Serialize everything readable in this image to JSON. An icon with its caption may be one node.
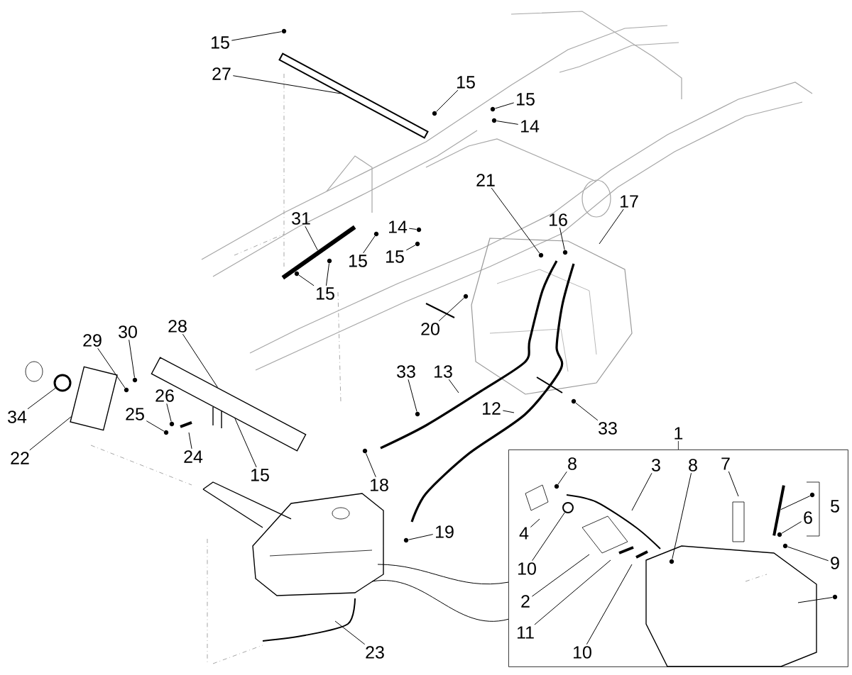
{
  "diagram": {
    "nodes": [
      {
        "text": [
          "15"
        ]
      },
      {
        "text": [
          "27"
        ]
      },
      {
        "text": [
          "15"
        ]
      },
      {
        "text": [
          "15"
        ]
      },
      {
        "text": [
          "14"
        ]
      },
      {
        "text": [
          "21"
        ]
      },
      {
        "text": [
          "17"
        ]
      },
      {
        "text": [
          "16"
        ]
      },
      {
        "text": [
          "31"
        ]
      },
      {
        "text": [
          "14"
        ]
      },
      {
        "text": [
          "15"
        ]
      },
      {
        "text": [
          "15"
        ]
      },
      {
        "text": [
          "15"
        ]
      },
      {
        "text": [
          "20"
        ]
      },
      {
        "text": [
          "30"
        ]
      },
      {
        "text": [
          "29"
        ]
      },
      {
        "text": [
          "28"
        ]
      },
      {
        "text": [
          "33"
        ]
      },
      {
        "text": [
          "13"
        ]
      },
      {
        "text": [
          "26"
        ]
      },
      {
        "text": [
          "34"
        ]
      },
      {
        "text": [
          "25"
        ]
      },
      {
        "text": [
          "12"
        ]
      },
      {
        "text": [
          "33"
        ]
      },
      {
        "text": [
          "24"
        ]
      },
      {
        "text": [
          "22"
        ]
      },
      {
        "text": [
          "15"
        ]
      },
      {
        "text": [
          "18"
        ]
      },
      {
        "text": [
          "19"
        ]
      },
      {
        "text": [
          "23"
        ]
      },
      {
        "text": [
          "1"
        ]
      },
      {
        "text": [
          "8"
        ],
        "in": 30
      },
      {
        "text": [
          "3"
        ],
        "in": 30
      },
      {
        "text": [
          "8"
        ],
        "in": 30
      },
      {
        "text": [
          "7"
        ],
        "in": 30
      },
      {
        "text": [
          "6"
        ],
        "in": 30
      },
      {
        "text": [
          "4"
        ],
        "in": 30
      },
      {
        "text": [
          "10"
        ],
        "in": 30
      },
      {
        "text": [
          "9"
        ],
        "in": 30
      },
      {
        "text": [
          "2"
        ],
        "in": 30
      },
      {
        "text": [
          "11"
        ],
        "in": 30
      },
      {
        "text": [
          "10"
        ],
        "in": 30
      },
      {
        "text": [],
        "shape": "circle"
      },
      {
        "text": [],
        "shape": "circle"
      },
      {
        "text": [],
        "shape": "circle"
      },
      {
        "text": [],
        "shape": "circle"
      },
      {
        "text": [],
        "shape": "circle"
      },
      {
        "text": [],
        "shape": "circle"
      },
      {
        "text": [],
        "shape": "circle"
      },
      {
        "text": [],
        "shape": "circle"
      },
      {
        "text": [],
        "shape": "circle"
      },
      {
        "text": [],
        "shape": "circle"
      },
      {
        "text": [],
        "shape": "circle"
      },
      {
        "text": [],
        "shape": "circle"
      },
      {
        "text": [],
        "shape": "circle"
      },
      {
        "text": [],
        "shape": "circle"
      },
      {
        "text": [],
        "shape": "circle"
      },
      {
        "text": [],
        "shape": "circle"
      },
      {
        "text": [],
        "shape": "circle"
      },
      {
        "text": [],
        "shape": "circle"
      },
      {
        "text": [],
        "shape": "circle"
      },
      {
        "text": [],
        "shape": "circle"
      },
      {
        "text": [],
        "shape": "circle",
        "in": 30
      },
      {
        "text": [],
        "shape": "circle",
        "in": 30
      },
      {
        "text": [],
        "shape": "circle",
        "in": 30
      },
      {
        "text": [],
        "shape": "circle",
        "in": 30
      },
      {
        "text": [],
        "shape": "circle",
        "in": 30
      },
      {
        "text": [],
        "shape": "circle",
        "in": 30
      },
      {
        "text": [],
        "shape": "bar"
      },
      {
        "text": [],
        "shape": "bar"
      },
      {
        "text": [],
        "shape": "bar"
      },
      {
        "text": [],
        "shape": "circle"
      },
      {
        "text": [],
        "shape": "box"
      },
      {
        "text": [],
        "shape": "circle",
        "in": 30
      },
      {
        "text": [],
        "shape": "bar",
        "in": 30
      }
    ],
    "edges": [
      {
        "from": 0,
        "to": 42,
        "arrow": "none"
      },
      {
        "from": 1,
        "to": 68,
        "arrow": "none"
      },
      {
        "from": 2,
        "to": 43,
        "arrow": "none"
      },
      {
        "from": 3,
        "to": 44,
        "arrow": "none"
      },
      {
        "from": 4,
        "to": 45,
        "arrow": "none"
      },
      {
        "from": 5,
        "to": 46,
        "arrow": "none"
      },
      {
        "from": 6,
        "to": null,
        "arrow": "none"
      },
      {
        "from": 7,
        "to": 47,
        "arrow": "none"
      },
      {
        "from": 8,
        "to": 69,
        "arrow": "none"
      },
      {
        "from": 9,
        "to": 48,
        "arrow": "none"
      },
      {
        "from": 10,
        "to": 49,
        "arrow": "none"
      },
      {
        "from": 11,
        "to": 50,
        "arrow": "none"
      },
      {
        "from": 12,
        "to": 51,
        "arrow": "none"
      },
      {
        "from": 12,
        "to": 52,
        "arrow": "none"
      },
      {
        "from": 13,
        "to": 53,
        "arrow": "none"
      },
      {
        "from": 14,
        "to": 54,
        "arrow": "none"
      },
      {
        "from": 15,
        "to": 55,
        "arrow": "none"
      },
      {
        "from": 16,
        "to": 70,
        "arrow": "none"
      },
      {
        "from": 17,
        "to": 56,
        "arrow": "none"
      },
      {
        "from": 18,
        "to": null,
        "arrow": "none"
      },
      {
        "from": 19,
        "to": 57,
        "arrow": "none"
      },
      {
        "from": 20,
        "to": 71,
        "arrow": "none"
      },
      {
        "from": 21,
        "to": 58,
        "arrow": "none"
      },
      {
        "from": 22,
        "to": null,
        "arrow": "none"
      },
      {
        "from": 23,
        "to": 59,
        "arrow": "none"
      },
      {
        "from": 24,
        "to": null,
        "arrow": "none"
      },
      {
        "from": 25,
        "to": 72,
        "arrow": "none"
      },
      {
        "from": 26,
        "to": 70,
        "arrow": "none"
      },
      {
        "from": 27,
        "to": 60,
        "arrow": "none"
      },
      {
        "from": 28,
        "to": 61,
        "arrow": "none"
      },
      {
        "from": 29,
        "to": null,
        "arrow": "none"
      },
      {
        "from": 31,
        "to": 62,
        "arrow": "none"
      },
      {
        "from": 32,
        "to": null,
        "arrow": "none"
      },
      {
        "from": 33,
        "to": 63,
        "arrow": "none"
      },
      {
        "from": 34,
        "to": null,
        "arrow": "none"
      },
      {
        "from": 35,
        "to": 64,
        "arrow": "none"
      },
      {
        "from": 36,
        "to": null,
        "arrow": "none"
      },
      {
        "from": 37,
        "to": 73,
        "arrow": "none"
      },
      {
        "from": 38,
        "to": 65,
        "arrow": "none"
      },
      {
        "from": 39,
        "to": null,
        "arrow": "none"
      },
      {
        "from": 40,
        "to": null,
        "arrow": "none"
      },
      {
        "from": 41,
        "to": null,
        "arrow": "none"
      },
      {
        "from": 30,
        "to": null,
        "arrow": "none"
      },
      {
        "from": 30,
        "to": null,
        "arrow": "none"
      },
      {
        "from": 66,
        "to": 74,
        "arrow": "none"
      },
      {
        "from": 67,
        "to": null,
        "arrow": "none"
      }
    ],
    "labels": [
      "5"
    ]
  }
}
